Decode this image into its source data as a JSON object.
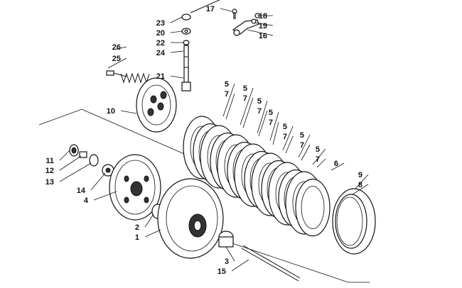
{
  "callouts": [
    {
      "id": "c23",
      "text": "23"
    },
    {
      "id": "c20",
      "text": "20"
    },
    {
      "id": "c22",
      "text": "22"
    },
    {
      "id": "c24",
      "text": "24"
    },
    {
      "id": "c21",
      "text": "21"
    },
    {
      "id": "c17",
      "text": "17"
    },
    {
      "id": "c18",
      "text": "18"
    },
    {
      "id": "c19",
      "text": "19"
    },
    {
      "id": "c16",
      "text": "16"
    },
    {
      "id": "c26",
      "text": "26"
    },
    {
      "id": "c25",
      "text": "25"
    },
    {
      "id": "c10",
      "text": "10"
    },
    {
      "id": "c5a",
      "text": "5"
    },
    {
      "id": "c7a",
      "text": "7"
    },
    {
      "id": "c5b",
      "text": "5"
    },
    {
      "id": "c7b",
      "text": "7"
    },
    {
      "id": "c5c",
      "text": "5"
    },
    {
      "id": "c7c",
      "text": "7"
    },
    {
      "id": "c5d",
      "text": "5"
    },
    {
      "id": "c7d",
      "text": "7"
    },
    {
      "id": "c5e",
      "text": "5"
    },
    {
      "id": "c7e",
      "text": "7"
    },
    {
      "id": "c5f",
      "text": "5"
    },
    {
      "id": "c7f",
      "text": "7"
    },
    {
      "id": "c5g",
      "text": "5"
    },
    {
      "id": "c7g",
      "text": "7"
    },
    {
      "id": "c6",
      "text": "6"
    },
    {
      "id": "c9",
      "text": "9"
    },
    {
      "id": "c8",
      "text": "8"
    },
    {
      "id": "c11",
      "text": "11"
    },
    {
      "id": "c12",
      "text": "12"
    },
    {
      "id": "c13",
      "text": "13"
    },
    {
      "id": "c14",
      "text": "14"
    },
    {
      "id": "c4",
      "text": "4"
    },
    {
      "id": "c2",
      "text": "2"
    },
    {
      "id": "c1",
      "text": "1"
    },
    {
      "id": "c3",
      "text": "3"
    },
    {
      "id": "c15",
      "text": "15"
    }
  ],
  "colors": {
    "line": "#111111",
    "background": "#ffffff"
  }
}
